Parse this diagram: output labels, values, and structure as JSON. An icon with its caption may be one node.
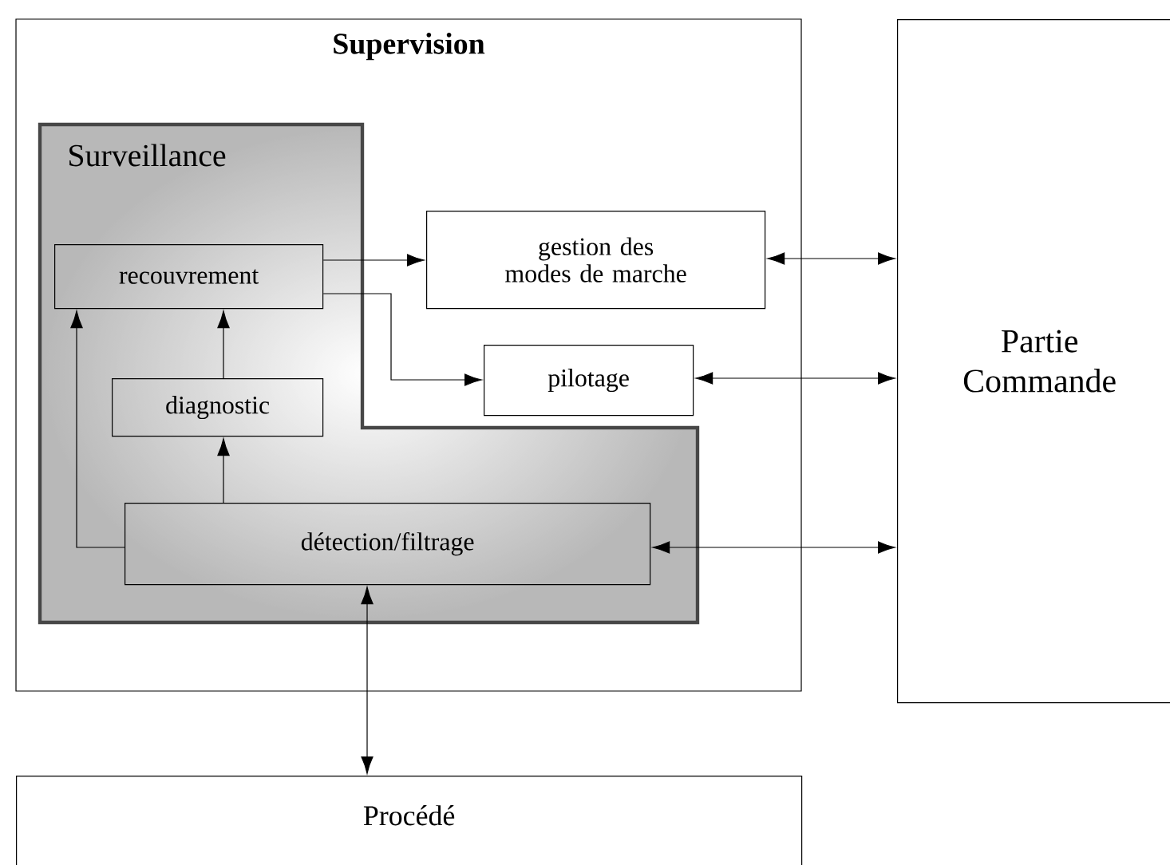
{
  "diagram": {
    "nodes": [
      {
        "text": [
          "Supervision"
        ]
      },
      {
        "text": [
          "Surveillance"
        ],
        "in": 0
      },
      {
        "text": [
          "recouvrement"
        ],
        "in": 1
      },
      {
        "text": [
          "diagnostic"
        ],
        "in": 1
      },
      {
        "text": [
          "détection/filtrage"
        ],
        "in": 1
      },
      {
        "text": [
          "gestion des modes de marche"
        ],
        "in": 0
      },
      {
        "text": [
          "pilotage"
        ],
        "in": 0
      },
      {
        "text": [
          "Partie Commande"
        ]
      },
      {
        "text": [
          "Procédé"
        ]
      }
    ],
    "edges": [
      {
        "from": 2,
        "to": 5,
        "arrow": "to"
      },
      {
        "from": 2,
        "to": 6,
        "arrow": "to"
      },
      {
        "from": 3,
        "to": 2,
        "arrow": "to"
      },
      {
        "from": 4,
        "to": 3,
        "arrow": "to"
      },
      {
        "from": 4,
        "to": 2,
        "arrow": "to"
      },
      {
        "from": 5,
        "to": 7,
        "arrow": "both"
      },
      {
        "from": 6,
        "to": 7,
        "arrow": "both"
      },
      {
        "from": 4,
        "to": 7,
        "arrow": "both"
      },
      {
        "from": 4,
        "to": 8,
        "arrow": "both"
      }
    ]
  }
}
